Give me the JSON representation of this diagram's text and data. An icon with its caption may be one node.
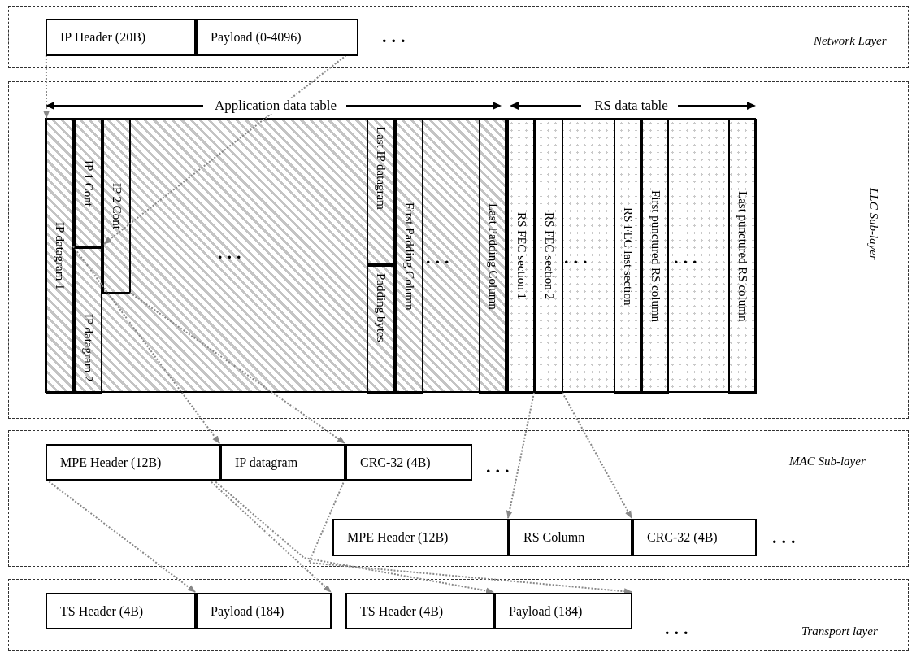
{
  "diagram": {
    "nodes": [
      {
        "text": [
          "Network Layer"
        ]
      },
      {
        "text": [
          "IP Header (20B)"
        ],
        "in": 0
      },
      {
        "text": [
          "Payload (0-4096)"
        ],
        "in": 0
      },
      {
        "text": [
          "LLC Sub-layer"
        ]
      },
      {
        "text": [
          "IP datagram 1"
        ],
        "in": 3
      },
      {
        "text": [
          "IP 1 Cont"
        ],
        "in": 3
      },
      {
        "text": [
          "IP datagram 2"
        ],
        "in": 3
      },
      {
        "text": [
          "IP 2 Cont"
        ],
        "in": 3
      },
      {
        "text": [
          "Last IP datagram"
        ],
        "in": 3
      },
      {
        "text": [
          "Padding bytes"
        ],
        "in": 3
      },
      {
        "text": [
          "First Padding Column"
        ],
        "in": 3
      },
      {
        "text": [
          "Last Padding Column"
        ],
        "in": 3
      },
      {
        "text": [
          "RS FEC section 1"
        ],
        "in": 3
      },
      {
        "text": [
          "RS FEC section 2"
        ],
        "in": 3
      },
      {
        "text": [
          "RS FEC last section"
        ],
        "in": 3
      },
      {
        "text": [
          "First punctured RS column"
        ],
        "in": 3
      },
      {
        "text": [
          "Last punctured RS column"
        ],
        "in": 3
      },
      {
        "text": [
          "MAC Sub-layer"
        ]
      },
      {
        "text": [
          "MPE Header (12B)"
        ],
        "in": 17
      },
      {
        "text": [
          "IP datagram"
        ],
        "in": 17
      },
      {
        "text": [
          "CRC-32 (4B)"
        ],
        "in": 17
      },
      {
        "text": [
          "MPE Header (12B)"
        ],
        "in": 17
      },
      {
        "text": [
          "RS Column"
        ],
        "in": 17
      },
      {
        "text": [
          "CRC-32 (4B)"
        ],
        "in": 17
      },
      {
        "text": [
          "Transport layer"
        ]
      },
      {
        "text": [
          "TS Header (4B)"
        ],
        "in": 24
      },
      {
        "text": [
          "Payload (184)"
        ],
        "in": 24
      },
      {
        "text": [
          "TS Header (4B)"
        ],
        "in": 24
      },
      {
        "text": [
          "Payload (184)"
        ],
        "in": 24
      }
    ],
    "edges": [
      {
        "from": 1,
        "to": 4,
        "arrow": "to"
      },
      {
        "from": 2,
        "to": 7,
        "arrow": "to"
      },
      {
        "from": 6,
        "to": 19,
        "arrow": "to"
      },
      {
        "from": 7,
        "to": 19,
        "arrow": "to"
      },
      {
        "from": 13,
        "to": 22,
        "arrow": "to"
      },
      {
        "from": 13,
        "to": 22,
        "arrow": "to"
      },
      {
        "from": 18,
        "to": 26,
        "arrow": "to"
      },
      {
        "from": 18,
        "to": 26,
        "arrow": "to"
      },
      {
        "from": 19,
        "to": 28,
        "arrow": "to"
      },
      {
        "from": 19,
        "to": 28,
        "arrow": "to"
      }
    ],
    "labels": [
      "...",
      "Application data table",
      "RS data table",
      "...",
      "...",
      "...",
      "...",
      "...",
      "...",
      "..."
    ]
  }
}
